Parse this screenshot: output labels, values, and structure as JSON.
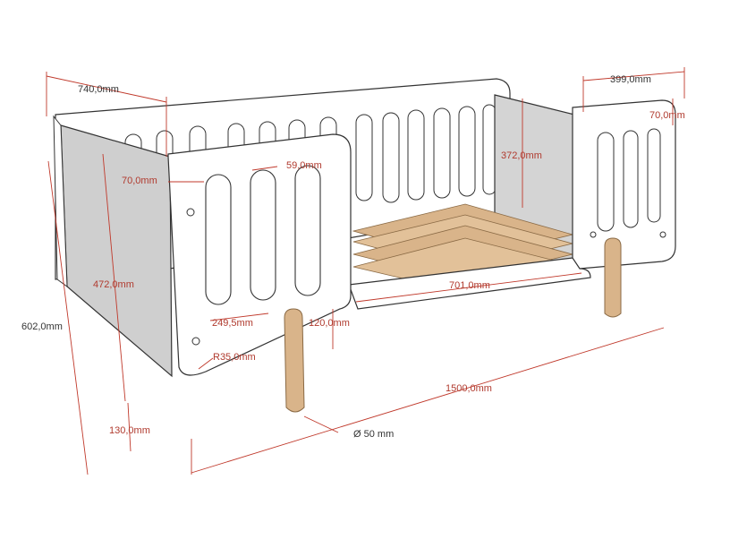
{
  "colors": {
    "dimension": "#c0392b",
    "outline": "#333333",
    "panel_white": "#ffffff",
    "panel_grey": "#cfcfcf",
    "wood": "#d9b48a",
    "wood_dark": "#a67c52"
  },
  "dimensions": {
    "total_depth": "740,0mm",
    "end_panel_width": "399,0mm",
    "top_rail": "70,0mm",
    "side_slot_height": "372,0mm",
    "slot_width": "59,0mm",
    "side_rail": "70,0mm",
    "inner_height": "472,0mm",
    "total_height": "602,0mm",
    "inner_length": "701,0mm",
    "opening_width": "249,5mm",
    "leg_height": "120,0mm",
    "corner_radius": "R35,0mm",
    "total_length": "1500,0mm",
    "floor_clearance": "130,0mm",
    "leg_diameter": "Ø 50 mm"
  }
}
